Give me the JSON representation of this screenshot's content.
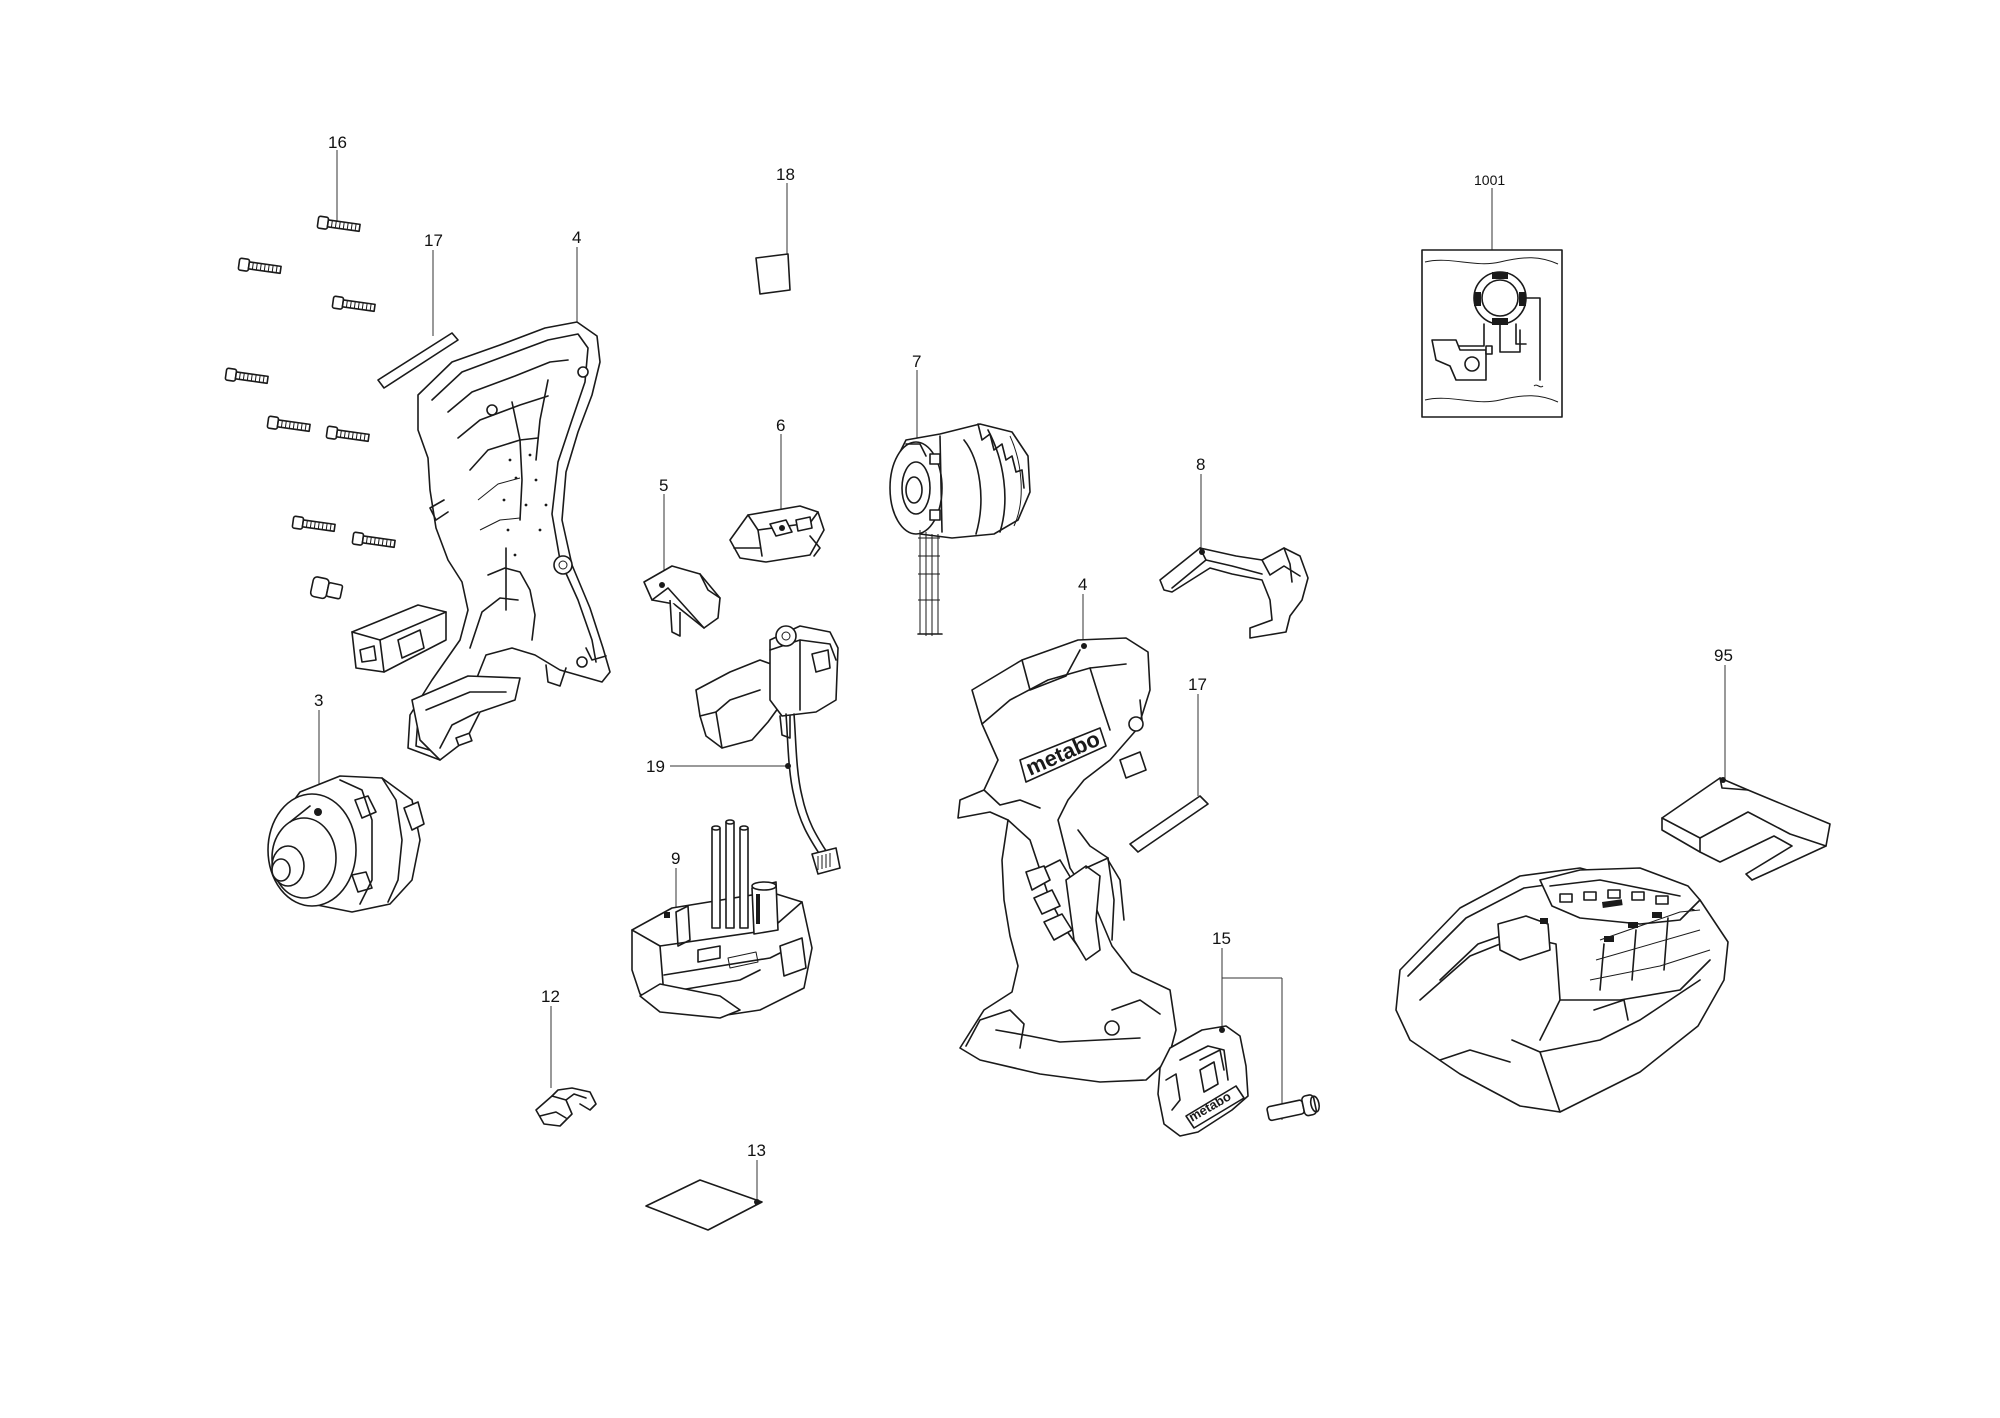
{
  "diagram": {
    "labels": {
      "p16": "16",
      "p17a": "17",
      "p4a": "4",
      "p18": "18",
      "p1001": "1001",
      "p7": "7",
      "p6": "6",
      "p5": "5",
      "p8": "8",
      "p4b": "4",
      "p3": "3",
      "p19": "19",
      "p17b": "17",
      "p95": "95",
      "p9": "9",
      "p15": "15",
      "p12": "12",
      "p13": "13"
    },
    "brand_text": "metabo"
  }
}
